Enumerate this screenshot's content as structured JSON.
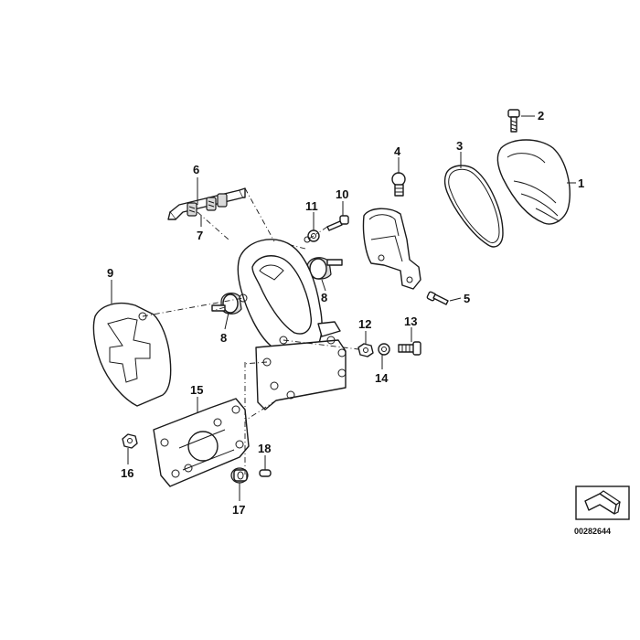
{
  "diagram": {
    "part_numbers": [
      "1",
      "2",
      "3",
      "4",
      "5",
      "6",
      "7",
      "8",
      "8",
      "9",
      "10",
      "11",
      "12",
      "13",
      "14",
      "15",
      "16",
      "17",
      "18"
    ],
    "diagram_id": "00282644"
  },
  "colors": {
    "line": "#1a1a1a",
    "background": "#ffffff",
    "shade": "#d9d9d9"
  },
  "icons": {
    "logo": "arrow-corner-icon"
  }
}
